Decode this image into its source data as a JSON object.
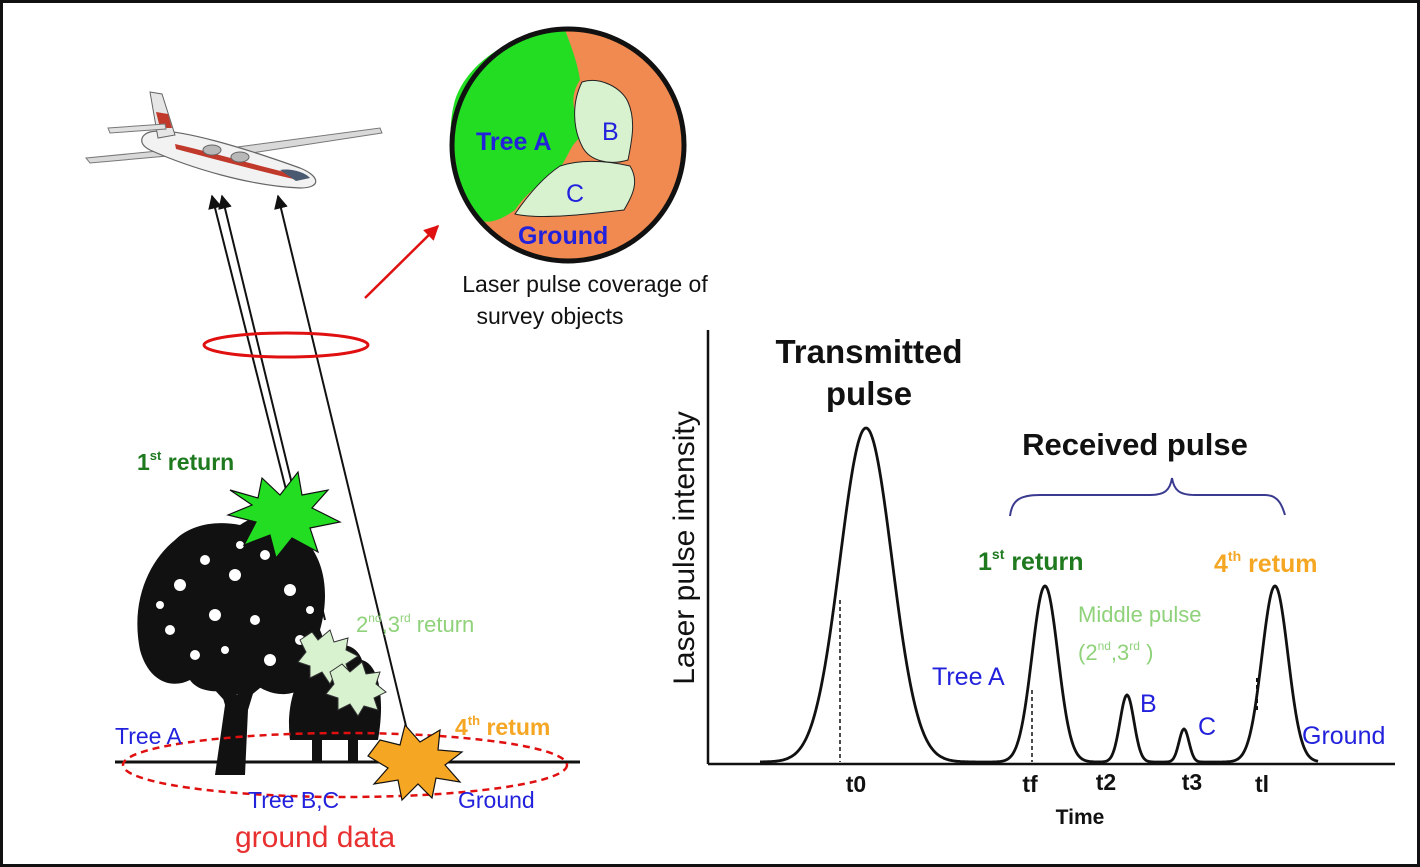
{
  "coverage": {
    "tree_a": "Tree A",
    "b": "B",
    "c": "C",
    "ground": "Ground",
    "caption_line1": "Laser pulse coverage of",
    "caption_line2": "survey objects"
  },
  "left_scene": {
    "first_return": {
      "ordinal": "1",
      "suffix": "st",
      "word": "return"
    },
    "mid_return": {
      "a": "2",
      "a_sup": "nd",
      "comma": ",",
      "b": "3",
      "b_sup": "rd",
      "word": "return"
    },
    "fourth_return": {
      "ordinal": "4",
      "suffix": "th",
      "word": "retum"
    },
    "tree_a": "Tree A",
    "tree_bc": "Tree B,C",
    "ground": "Ground",
    "ground_data": "ground data"
  },
  "waveform": {
    "ylabel": "Laser pulse intensity",
    "xlabel": "Time",
    "transmitted_line1": "Transmitted",
    "transmitted_line2": "pulse",
    "received": "Received pulse",
    "first_return": {
      "ordinal": "1",
      "suffix": "st",
      "word": "return"
    },
    "fourth_return": {
      "ordinal": "4",
      "suffix": "th",
      "word": "retum"
    },
    "middle_line1": "Middle pulse",
    "middle_line2": {
      "open": "(2",
      "a_sup": "nd",
      "mid": ",3",
      "b_sup": "rd",
      "close": " )"
    },
    "tree_a": "Tree A",
    "b": "B",
    "c": "C",
    "ground": "Ground",
    "ticks": [
      "t0",
      "tf",
      "t2",
      "t3",
      "tl"
    ]
  },
  "colors": {
    "tree_a_green": "#22dd22",
    "canopy_light": "#d8f2d0",
    "ground_orange": "#f08a50",
    "label_blue": "#2222dd",
    "return_dark_green": "#1f7a1f",
    "mid_light_green": "#8fd27a",
    "fourth_orange": "#f5a623",
    "ground_data_red": "#e83030",
    "laser_red": "#e01010"
  },
  "icons": [
    "airplane-icon",
    "tree-icon",
    "burst-icon"
  ]
}
